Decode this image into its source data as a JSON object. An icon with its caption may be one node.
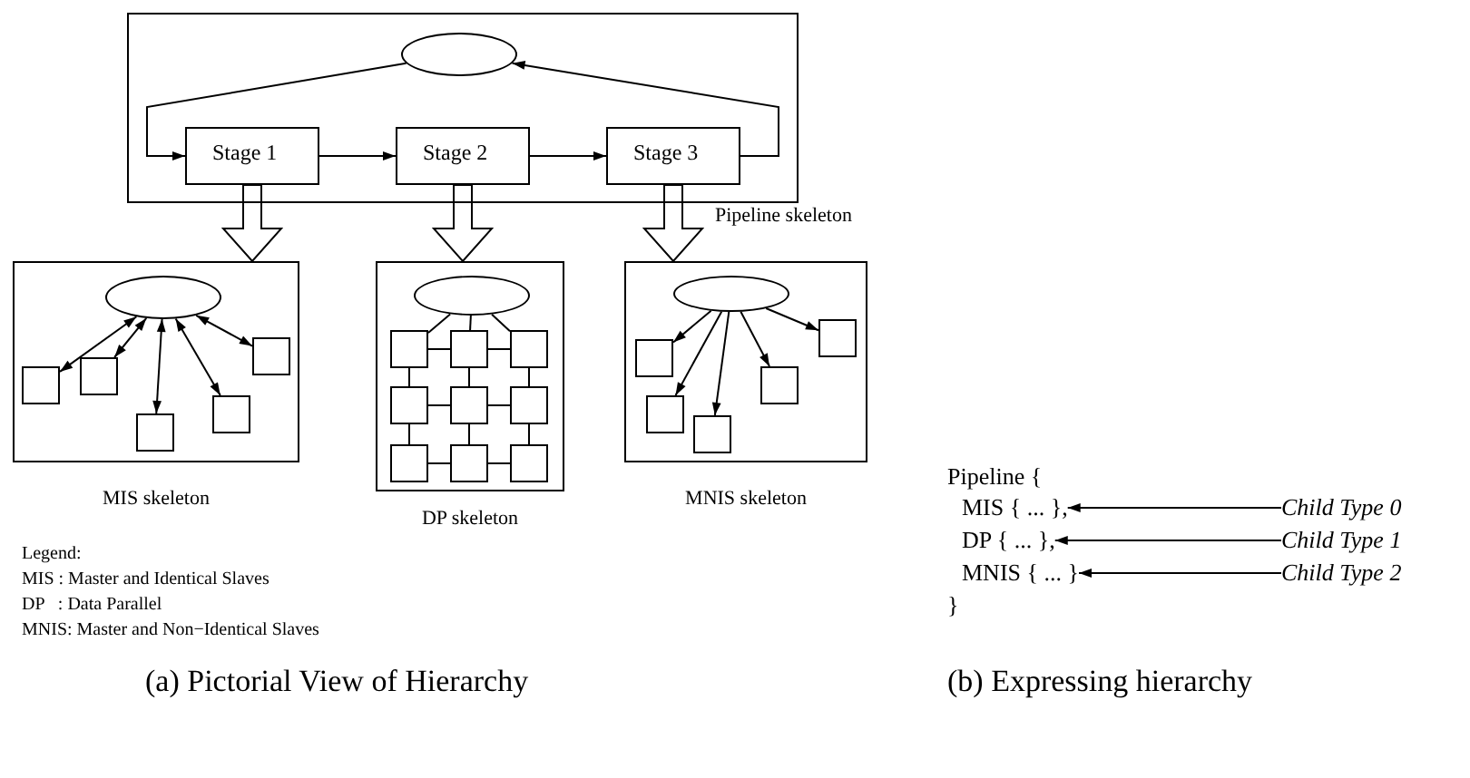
{
  "diagram": {
    "nodes": [
      {
        "text": [
          "Pipeline skeleton"
        ]
      },
      {
        "text": [],
        "shape": "ellipse",
        "in": 0
      },
      {
        "text": [
          "Stage 1"
        ],
        "in": 0
      },
      {
        "text": [
          "Stage 2"
        ],
        "in": 0
      },
      {
        "text": [
          "Stage 3"
        ],
        "in": 0
      },
      {
        "text": [
          "MIS skeleton"
        ]
      },
      {
        "text": [],
        "shape": "ellipse",
        "in": 5
      },
      {
        "text": [],
        "shape": "box",
        "in": 5
      },
      {
        "text": [],
        "shape": "box",
        "in": 5
      },
      {
        "text": [],
        "shape": "box",
        "in": 5
      },
      {
        "text": [],
        "shape": "box",
        "in": 5
      },
      {
        "text": [],
        "shape": "box",
        "in": 5
      },
      {
        "text": [
          "DP skeleton"
        ]
      },
      {
        "text": [],
        "shape": "ellipse",
        "in": 12
      },
      {
        "text": [],
        "shape": "box",
        "in": 12
      },
      {
        "text": [],
        "shape": "box",
        "in": 12
      },
      {
        "text": [],
        "shape": "box",
        "in": 12
      },
      {
        "text": [],
        "shape": "box",
        "in": 12
      },
      {
        "text": [],
        "shape": "box",
        "in": 12
      },
      {
        "text": [],
        "shape": "box",
        "in": 12
      },
      {
        "text": [],
        "shape": "box",
        "in": 12
      },
      {
        "text": [],
        "shape": "box",
        "in": 12
      },
      {
        "text": [],
        "shape": "box",
        "in": 12
      },
      {
        "text": [
          "MNIS skeleton"
        ]
      },
      {
        "text": [],
        "shape": "ellipse",
        "in": 23
      },
      {
        "text": [],
        "shape": "box",
        "in": 23
      },
      {
        "text": [],
        "shape": "box",
        "in": 23
      },
      {
        "text": [],
        "shape": "box",
        "in": 23
      },
      {
        "text": [],
        "shape": "box",
        "in": 23
      },
      {
        "text": [],
        "shape": "box",
        "in": 23
      },
      {
        "text": [
          "MIS { ... },"
        ]
      },
      {
        "text": [
          "DP { ... },"
        ]
      },
      {
        "text": [
          "MNIS { ... }"
        ]
      },
      {
        "text": [
          "Child Type 0"
        ]
      },
      {
        "text": [
          "Child Type 1"
        ]
      },
      {
        "text": [
          "Child Type 2"
        ]
      }
    ],
    "edges": [
      {
        "from": 1,
        "to": 2,
        "arrow": "to"
      },
      {
        "from": 2,
        "to": 3,
        "arrow": "to"
      },
      {
        "from": 3,
        "to": 4,
        "arrow": "to"
      },
      {
        "from": 4,
        "to": 1,
        "arrow": "to"
      },
      {
        "from": 2,
        "to": 5,
        "arrow": "to",
        "style": "thick"
      },
      {
        "from": 3,
        "to": 12,
        "arrow": "to",
        "style": "thick"
      },
      {
        "from": 4,
        "to": 23,
        "arrow": "to",
        "style": "thick"
      },
      {
        "from": 6,
        "to": 7,
        "arrow": "both"
      },
      {
        "from": 6,
        "to": 8,
        "arrow": "both"
      },
      {
        "from": 6,
        "to": 9,
        "arrow": "both"
      },
      {
        "from": 6,
        "to": 10,
        "arrow": "both"
      },
      {
        "from": 6,
        "to": 11,
        "arrow": "both"
      },
      {
        "from": 13,
        "to": 14,
        "arrow": "none"
      },
      {
        "from": 13,
        "to": 15,
        "arrow": "none"
      },
      {
        "from": 13,
        "to": 16,
        "arrow": "none"
      },
      {
        "from": 14,
        "to": 15,
        "arrow": "none"
      },
      {
        "from": 15,
        "to": 16,
        "arrow": "none"
      },
      {
        "from": 17,
        "to": 18,
        "arrow": "none"
      },
      {
        "from": 18,
        "to": 19,
        "arrow": "none"
      },
      {
        "from": 20,
        "to": 21,
        "arrow": "none"
      },
      {
        "from": 21,
        "to": 22,
        "arrow": "none"
      },
      {
        "from": 14,
        "to": 17,
        "arrow": "none"
      },
      {
        "from": 17,
        "to": 20,
        "arrow": "none"
      },
      {
        "from": 15,
        "to": 18,
        "arrow": "none"
      },
      {
        "from": 18,
        "to": 21,
        "arrow": "none"
      },
      {
        "from": 16,
        "to": 19,
        "arrow": "none"
      },
      {
        "from": 19,
        "to": 22,
        "arrow": "none"
      },
      {
        "from": 24,
        "to": 25,
        "arrow": "to"
      },
      {
        "from": 24,
        "to": 26,
        "arrow": "to"
      },
      {
        "from": 24,
        "to": 27,
        "arrow": "to"
      },
      {
        "from": 24,
        "to": 28,
        "arrow": "to"
      },
      {
        "from": 24,
        "to": 29,
        "arrow": "to"
      },
      {
        "from": 33,
        "to": 30,
        "arrow": "to"
      },
      {
        "from": 34,
        "to": 31,
        "arrow": "to"
      },
      {
        "from": 35,
        "to": 32,
        "arrow": "to"
      }
    ],
    "labels": [
      "Legend:",
      "MIS : Master and Identical Slaves",
      "DP   : Data Parallel",
      "MNIS: Master and Non−Identical Slaves",
      "(a) Pictorial View of Hierarchy",
      "Pipeline {",
      "}",
      "(b) Expressing hierarchy"
    ]
  }
}
